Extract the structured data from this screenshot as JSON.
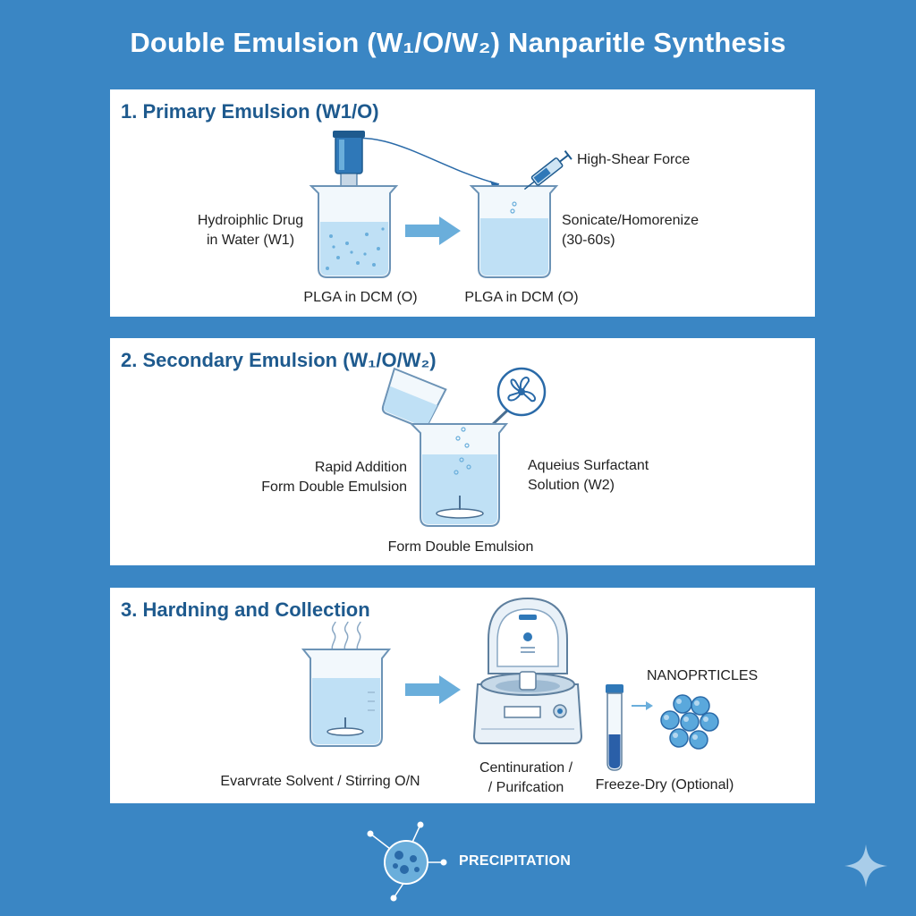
{
  "title": "Double Emulsion (W₁/O/W₂) Nanparitle Synthesis",
  "panel1": {
    "heading": "1. Primary Emulsion (W1/O)",
    "label_drug_line1": "Hydroiphlic Drug",
    "label_drug_line2": "in Water (W1)",
    "label_plga_left": "PLGA in DCM (O)",
    "label_plga_right": "PLGA in DCM (O)",
    "label_shear": "High-Shear Force",
    "label_sonicate_line1": "Sonicate/Homorenize",
    "label_sonicate_line2": "(30-60s)"
  },
  "panel2": {
    "heading": "2. Secondary Emulsion (W₁/O/W₂)",
    "label_rapid_line1": "Rapid Addition",
    "label_rapid_line2": "Form Double Emulsion",
    "label_aqueous_line1": "Aqueius Surfactant",
    "label_aqueous_line2": "Solution (W2)",
    "label_bottom": "Form Double Emulsion"
  },
  "panel3": {
    "heading": "3. Hardning and Collection",
    "label_evaporate": "Evarvrate Solvent / Stirring O/N",
    "label_centri_line1": "Centinuration /",
    "label_centri_line2": "/ Purifcation",
    "label_nanoparticles": "NANOPRTICLES",
    "label_freeze": "Freeze-Dry (Optional)"
  },
  "footer": {
    "label": "PRECIPITATION"
  },
  "icons": [
    "beaker-icon",
    "homogenizer-icon",
    "syringe-icon",
    "arrow-icon",
    "fan-icon",
    "stir-bar-icon",
    "centrifuge-icon",
    "test-tube-icon",
    "nanoparticle-cluster-icon",
    "steam-icon",
    "particle-icon",
    "sparkle-icon"
  ],
  "colors": {
    "background": "#3a86c4",
    "heading": "#1e5a8e",
    "liquid": "#bfe0f5",
    "arrow": "#6aaedb",
    "nanoparticle": "#5aa8dc"
  }
}
